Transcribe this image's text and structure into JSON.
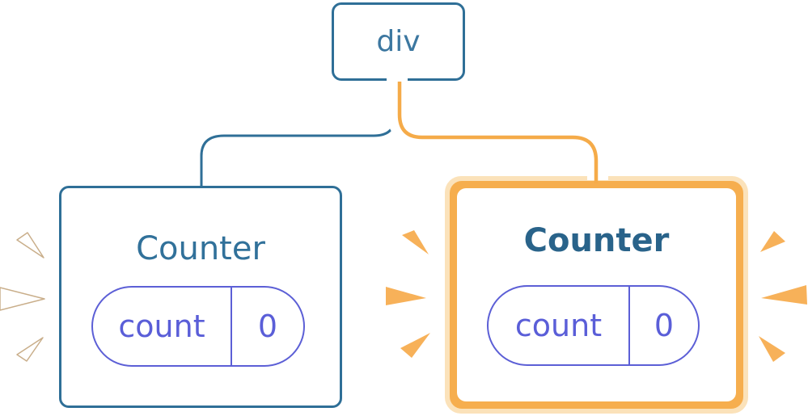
{
  "diagram": {
    "root": {
      "label": "div"
    },
    "children": [
      {
        "label": "Counter",
        "state": {
          "name": "count",
          "value": "0"
        },
        "highlighted": false
      },
      {
        "label": "Counter",
        "state": {
          "name": "count",
          "value": "0"
        },
        "highlighted": true
      }
    ],
    "colors": {
      "node_border_blue": "#2f6f97",
      "node_text_blue": "#3c77a0",
      "title_blue": "#31719a",
      "title_blue_bold": "#29638a",
      "pill_indigo": "#5c5fd6",
      "highlight_orange": "#f6ae4e",
      "highlight_cream": "#fbe2ba",
      "connector_highlight": "#f5ab49",
      "sparkle_orange": "#f7b159",
      "sparkle_white_outline": "#c9ae8a"
    }
  }
}
